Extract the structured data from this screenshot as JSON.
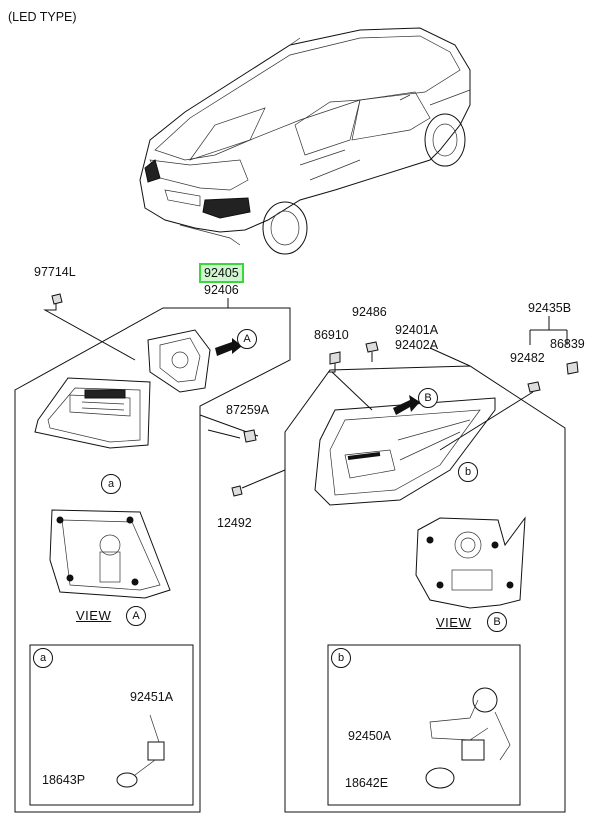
{
  "header": {
    "title": "(LED TYPE)"
  },
  "parts": {
    "p97714L": "97714L",
    "p92405": "92405",
    "p92406": "92406",
    "p87259A": "87259A",
    "p12492": "12492",
    "p86910": "86910",
    "p92486": "92486",
    "p92401A": "92401A",
    "p92402A": "92402A",
    "p92435B": "92435B",
    "p92482": "92482",
    "p86839": "86839",
    "p92451A": "92451A",
    "p18643P": "18643P",
    "p92450A": "92450A",
    "p18642E": "18642E"
  },
  "views": {
    "view_a_text": "VIEW",
    "view_a_letter": "A",
    "view_b_text": "VIEW",
    "view_b_letter": "B"
  },
  "markers": {
    "arrow_a": "A",
    "arrow_b": "B",
    "callout_a": "a",
    "callout_b": "b",
    "detail_a": "a",
    "detail_b": "b"
  },
  "colors": {
    "highlight": "#3cd63c",
    "line": "#111111"
  }
}
